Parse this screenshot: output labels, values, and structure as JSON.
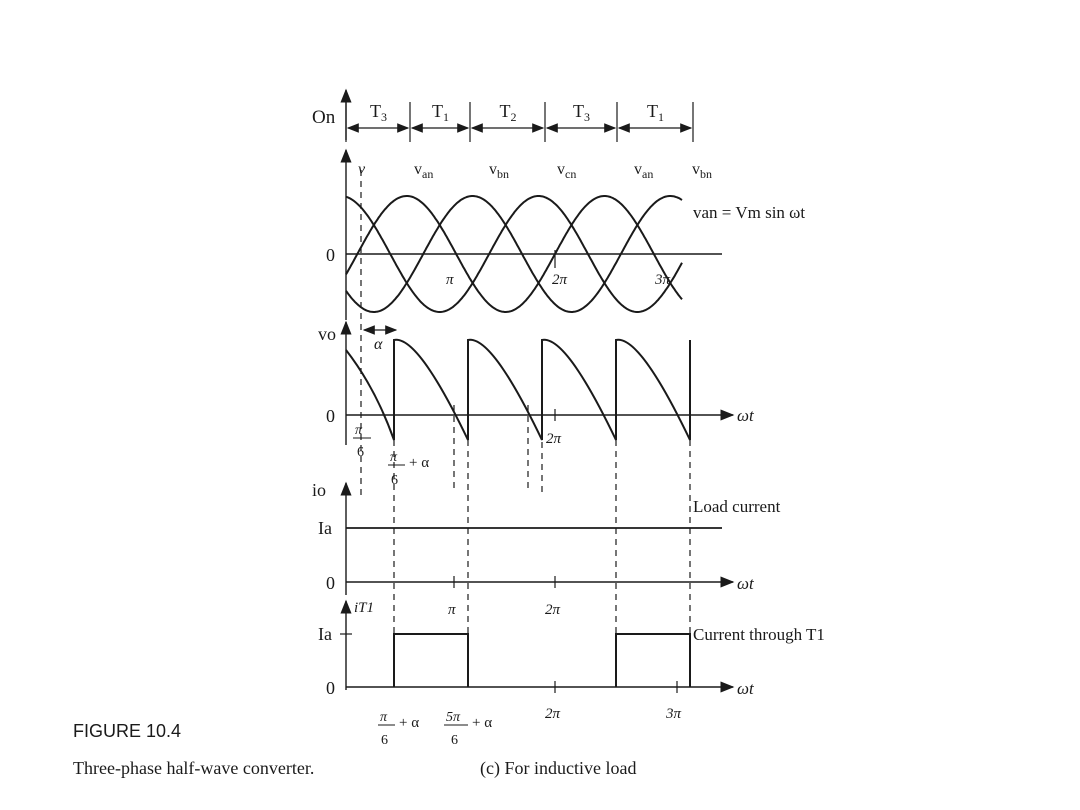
{
  "figure": {
    "label": "FIGURE 10.4",
    "title": "Three-phase half-wave converter.",
    "subcaption": "(c) For inductive load"
  },
  "conduction": {
    "axis_label": "On",
    "intervals": [
      "T3",
      "T1",
      "T2",
      "T3",
      "T1"
    ]
  },
  "phase_panel": {
    "zero_label": "0",
    "v_marker": "v",
    "curve_labels": [
      "van",
      "vbn",
      "vcn",
      "van",
      "vbn"
    ],
    "equation": "van = Vm sin ωt",
    "ticks": [
      "π",
      "2π",
      "3π"
    ]
  },
  "output_voltage_panel": {
    "y_label": "vo",
    "zero_label": "0",
    "alpha_label": "α",
    "x_label": "ωt",
    "tick_2pi": "2π",
    "tick_pi6": "π/6",
    "tick_pi6_alpha": "π/6 + α"
  },
  "load_current_panel": {
    "y_label": "io",
    "level_label": "Ia",
    "zero_label": "0",
    "x_label": "ωt",
    "legend": "Load current",
    "ticks": [
      "π",
      "2π"
    ]
  },
  "thyristor_current_panel": {
    "y_label": "iT1",
    "level_label": "Ia",
    "zero_label": "0",
    "x_label": "ωt",
    "legend": "Current through T1",
    "ticks": [
      "2π",
      "3π"
    ],
    "bottom_ticks": [
      "π/6 + α",
      "5π/6 + α"
    ]
  }
}
